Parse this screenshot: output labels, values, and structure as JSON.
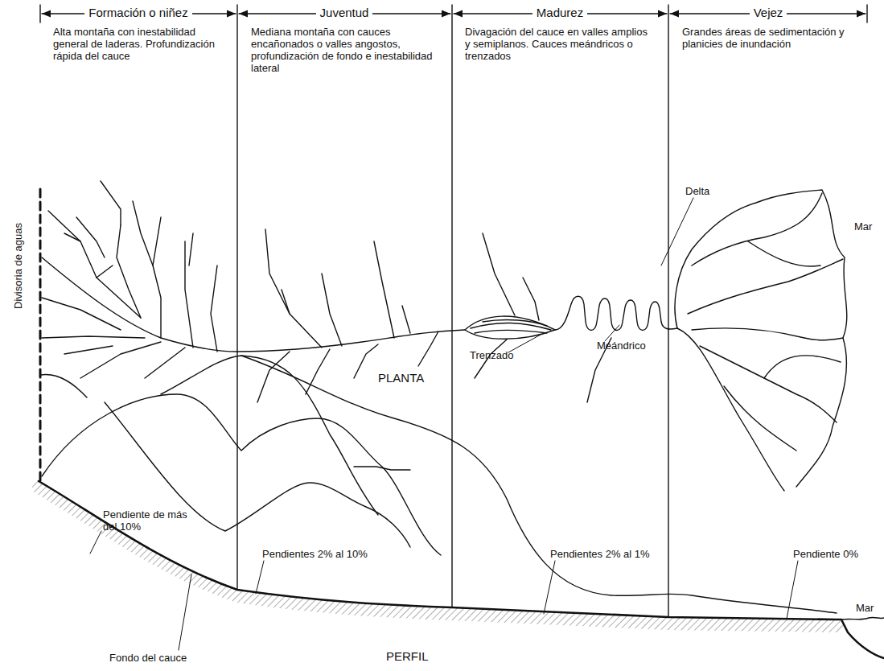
{
  "diagram": {
    "labels": [
      "Formación o niñez",
      "Juventud",
      "Madurez",
      "Vejez",
      "Alta montaña con inestabilidad general de laderas. Profundización rápida del cauce",
      "Mediana montaña con cauces encañonados o valles angostos, profundización de fondo e inestabilidad lateral",
      "Divagación del cauce en valles amplios y semiplanos. Cauces meándricos o trenzados",
      "Grandes áreas de sedimentación y planicies de inundación",
      "Delta",
      "Mar",
      "Divisoria de aguas",
      "PLANTA",
      "Trenzado",
      "Meándrico",
      "Pendiente de más del 10%",
      "Pendientes 2% al 10%",
      "Pendientes 2% al 1%",
      "Pendiente 0%",
      "Mar",
      "Fondo del cauce",
      "PERFIL"
    ]
  }
}
